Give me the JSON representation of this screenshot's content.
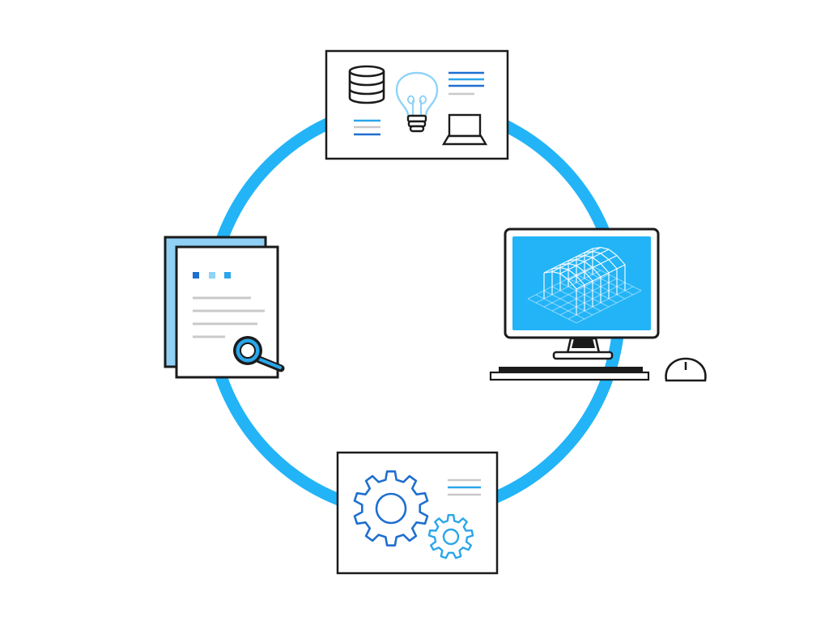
{
  "diagram": {
    "type": "cycle",
    "stages": [
      {
        "id": "ideation",
        "icons": [
          "database-icon",
          "lightbulb-icon",
          "laptop-icon",
          "text-lines-icon"
        ]
      },
      {
        "id": "modeling",
        "icons": [
          "monitor-icon",
          "structure-wireframe-icon",
          "keyboard-icon",
          "mouse-icon"
        ]
      },
      {
        "id": "engineering",
        "icons": [
          "gear-large-icon",
          "gear-small-icon",
          "text-lines-icon"
        ]
      },
      {
        "id": "review",
        "icons": [
          "document-stack-icon",
          "magnifier-icon",
          "text-lines-icon"
        ]
      }
    ]
  },
  "colors": {
    "ring": "#22b4f7",
    "outline": "#1b1b1b",
    "screen": "#22b4f7",
    "dark_blue": "#1f6fcf",
    "mid_blue": "#2ba6ea",
    "light_blue": "#8fd3f7",
    "paper_blue": "#8fd0f4",
    "gray": "#c9c9c9",
    "white": "#ffffff"
  }
}
